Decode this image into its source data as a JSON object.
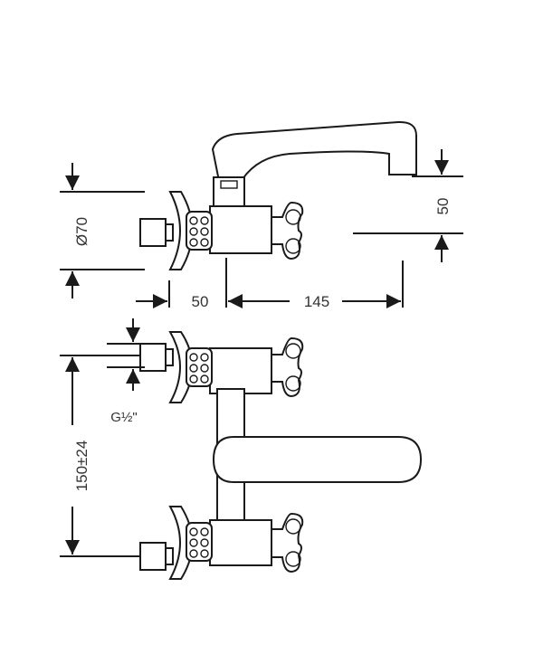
{
  "dimensions": {
    "diameter": "Ø70",
    "offset_50": "50",
    "reach_145": "145",
    "height_50": "50",
    "thread": "G½\"",
    "center_distance": "150±24"
  }
}
